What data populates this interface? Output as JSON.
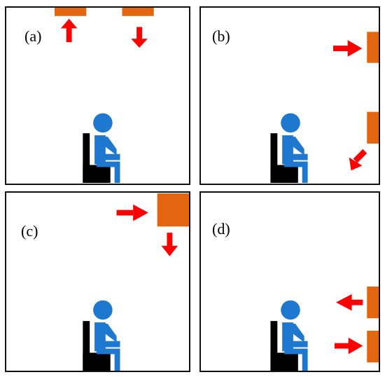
{
  "colors": {
    "frame": "#111111",
    "panel_fill": "#e3650f",
    "arrow": "#ff0000",
    "person": "#1e78d0",
    "chair": "#000000"
  },
  "panels": [
    {
      "id": "a",
      "label": "(a)"
    },
    {
      "id": "b",
      "label": "(b)"
    },
    {
      "id": "c",
      "label": "(c)"
    },
    {
      "id": "d",
      "label": "(d)"
    }
  ]
}
